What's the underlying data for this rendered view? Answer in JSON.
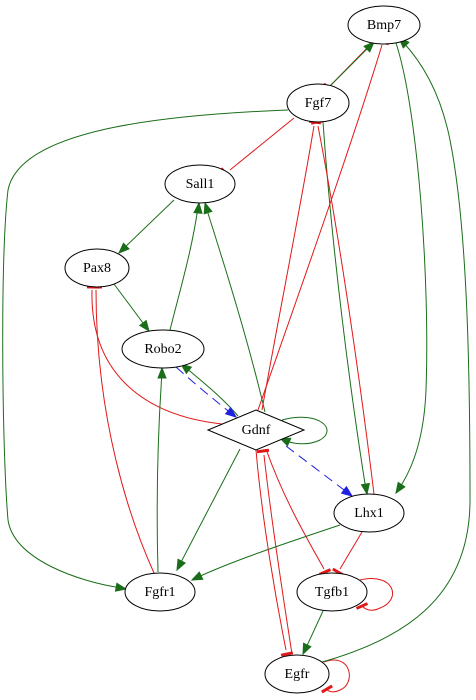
{
  "colors": {
    "activation": "#1a6e1a",
    "inhibition": "#e01818",
    "binding": "#2020e0",
    "node_stroke": "#000000",
    "background": "#ffffff"
  },
  "nodes": [
    {
      "id": "Bmp7",
      "label": "Bmp7",
      "shape": "ellipse"
    },
    {
      "id": "Fgf7",
      "label": "Fgf7",
      "shape": "ellipse"
    },
    {
      "id": "Sall1",
      "label": "Sall1",
      "shape": "ellipse"
    },
    {
      "id": "Pax8",
      "label": "Pax8",
      "shape": "ellipse"
    },
    {
      "id": "Robo2",
      "label": "Robo2",
      "shape": "ellipse"
    },
    {
      "id": "Gdnf",
      "label": "Gdnf",
      "shape": "diamond"
    },
    {
      "id": "Lhx1",
      "label": "Lhx1",
      "shape": "ellipse"
    },
    {
      "id": "Fgfr1",
      "label": "Fgfr1",
      "shape": "ellipse"
    },
    {
      "id": "Tgfb1",
      "label": "Tgfb1",
      "shape": "ellipse"
    },
    {
      "id": "Egfr",
      "label": "Egfr",
      "shape": "ellipse"
    }
  ],
  "edges": [
    {
      "from": "Bmp7",
      "to": "Fgf7",
      "type": "inhibition"
    },
    {
      "from": "Fgf7",
      "to": "Bmp7",
      "type": "activation"
    },
    {
      "from": "Bmp7",
      "to": "Lhx1",
      "type": "activation"
    },
    {
      "from": "Fgf7",
      "to": "Sall1",
      "type": "inhibition"
    },
    {
      "from": "Fgf7",
      "to": "Fgfr1",
      "type": "activation"
    },
    {
      "from": "Fgf7",
      "to": "Lhx1",
      "type": "activation"
    },
    {
      "from": "Lhx1",
      "to": "Fgf7",
      "type": "inhibition"
    },
    {
      "from": "Sall1",
      "to": "Pax8",
      "type": "activation"
    },
    {
      "from": "Pax8",
      "to": "Robo2",
      "type": "activation"
    },
    {
      "from": "Robo2",
      "to": "Sall1",
      "type": "activation"
    },
    {
      "from": "Gdnf",
      "to": "Sall1",
      "type": "activation"
    },
    {
      "from": "Gdnf",
      "to": "Pax8",
      "type": "inhibition"
    },
    {
      "from": "Gdnf",
      "to": "Robo2",
      "type": "activation"
    },
    {
      "from": "Robo2",
      "to": "Gdnf",
      "type": "binding"
    },
    {
      "from": "Gdnf",
      "to": "Fgf7",
      "type": "inhibition"
    },
    {
      "from": "Gdnf",
      "to": "Bmp7",
      "type": "inhibition"
    },
    {
      "from": "Gdnf",
      "to": "Gdnf",
      "type": "activation"
    },
    {
      "from": "Gdnf",
      "to": "Lhx1",
      "type": "binding"
    },
    {
      "from": "Gdnf",
      "to": "Fgfr1",
      "type": "activation"
    },
    {
      "from": "Gdnf",
      "to": "Tgfb1",
      "type": "inhibition"
    },
    {
      "from": "Gdnf",
      "to": "Egfr",
      "type": "inhibition"
    },
    {
      "from": "Egfr",
      "to": "Gdnf",
      "type": "inhibition"
    },
    {
      "from": "Fgfr1",
      "to": "Robo2",
      "type": "activation"
    },
    {
      "from": "Fgfr1",
      "to": "Pax8",
      "type": "inhibition"
    },
    {
      "from": "Lhx1",
      "to": "Fgfr1",
      "type": "activation"
    },
    {
      "from": "Lhx1",
      "to": "Tgfb1",
      "type": "inhibition"
    },
    {
      "from": "Tgfb1",
      "to": "Tgfb1",
      "type": "inhibition"
    },
    {
      "from": "Tgfb1",
      "to": "Egfr",
      "type": "activation"
    },
    {
      "from": "Egfr",
      "to": "Egfr",
      "type": "inhibition"
    },
    {
      "from": "Egfr",
      "to": "Bmp7",
      "type": "activation"
    }
  ]
}
